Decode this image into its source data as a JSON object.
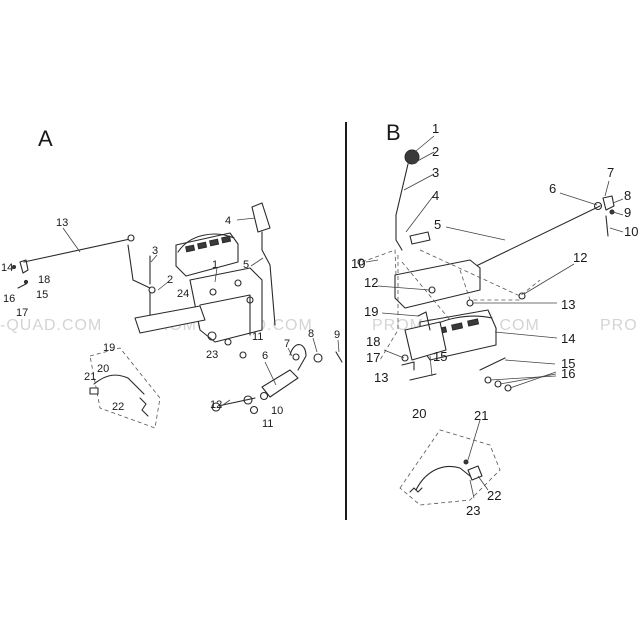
{
  "diagram": {
    "section_a_label": "A",
    "section_b_label": "B",
    "watermark_left": "-QUAD.COM",
    "watermark_mid_a": "PROMO-QUAD.COM",
    "watermark_mid_b": "PROMO-QUAD.COM",
    "watermark_right": "PRO",
    "section_a_callouts": [
      "1",
      "2",
      "3",
      "4",
      "5",
      "6",
      "7",
      "8",
      "9",
      "10",
      "11",
      "11",
      "12",
      "13",
      "14",
      "15",
      "16",
      "17",
      "18",
      "19",
      "20",
      "21",
      "22",
      "23",
      "24"
    ],
    "section_b_callouts": [
      "1",
      "2",
      "3",
      "4",
      "5",
      "6",
      "7",
      "8",
      "9",
      "10",
      "10",
      "12",
      "12",
      "13",
      "13",
      "14",
      "15",
      "15",
      "16",
      "17",
      "18",
      "19",
      "20",
      "21",
      "22",
      "23"
    ]
  }
}
